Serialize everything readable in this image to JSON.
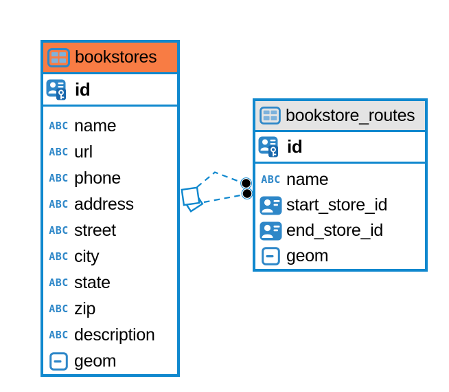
{
  "colors": {
    "table_border": "#1088CE",
    "selected_header_bg": "#F87C44",
    "header_bg": "#E4E4E4",
    "icon_blue": "#2E87C8",
    "relationship_line": "#1088CE",
    "relationship_dot": "#000000"
  },
  "icons": {
    "text_type_label": "ABC"
  },
  "tables": [
    {
      "name": "bookstores",
      "header_style": "selected-orange",
      "pk": "id",
      "columns": [
        {
          "name": "name",
          "type": "text"
        },
        {
          "name": "url",
          "type": "text"
        },
        {
          "name": "phone",
          "type": "text"
        },
        {
          "name": "address",
          "type": "text"
        },
        {
          "name": "street",
          "type": "text"
        },
        {
          "name": "city",
          "type": "text"
        },
        {
          "name": "state",
          "type": "text"
        },
        {
          "name": "zip",
          "type": "text"
        },
        {
          "name": "description",
          "type": "text"
        },
        {
          "name": "geom",
          "type": "geometry"
        }
      ]
    },
    {
      "name": "bookstore_routes",
      "header_style": "default-gray",
      "pk": "id",
      "columns": [
        {
          "name": "name",
          "type": "text"
        },
        {
          "name": "start_store_id",
          "type": "reference"
        },
        {
          "name": "end_store_id",
          "type": "reference"
        },
        {
          "name": "geom",
          "type": "geometry"
        }
      ]
    }
  ],
  "relationship": {
    "from": "bookstores",
    "to": "bookstore_routes",
    "line_style": "dashed",
    "source_marker": "diamond-stack",
    "target_marker": "double-dot"
  }
}
